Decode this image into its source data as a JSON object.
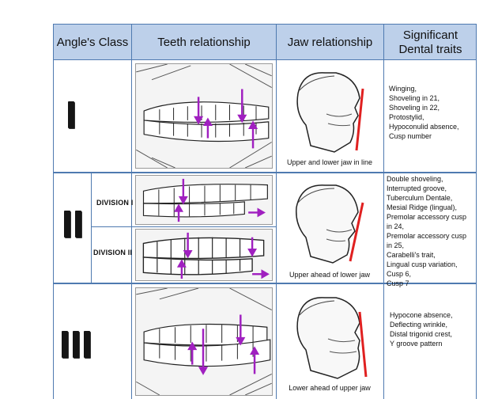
{
  "header": {
    "col1": "Angle's Class",
    "col2": "Teeth relationship",
    "col3": "Jaw relationship",
    "col4_line1": "Significant",
    "col4_line2": "Dental traits"
  },
  "rows": {
    "class1": {
      "numeral": "I",
      "caption": "Upper and lower jaw in line",
      "traits": "Winging,\nShoveling in 21,\nShoveling in 22,\nProtostylid,\nHypoconulid absence,\nCusp number"
    },
    "class2": {
      "numeral": "II",
      "division1": "DIVISION I",
      "division2": "DIVISION II",
      "caption": "Upper ahead of lower jaw",
      "traits": "Double shoveling,\nInterrupted groove,\nTuberculum Dentale,\nMesial Ridge (lingual),\nPremolar accessory cusp\nin 24,\nPremolar accessory cusp\nin 25,\nCarabelli's trait,\nLingual cusp variation,\nCusp 6,\nCusp 7"
    },
    "class3": {
      "numeral": "III",
      "caption": "Lower ahead of upper jaw",
      "traits": "Hypocone absence,\nDeflecting wrinkle,\nDistal trigonid crest,\nY groove pattern"
    }
  },
  "colors": {
    "header_bg": "#bdd0ea",
    "border": "#4f7ab0",
    "arrow": "#a020c0",
    "jaw_line": "#e02020"
  }
}
